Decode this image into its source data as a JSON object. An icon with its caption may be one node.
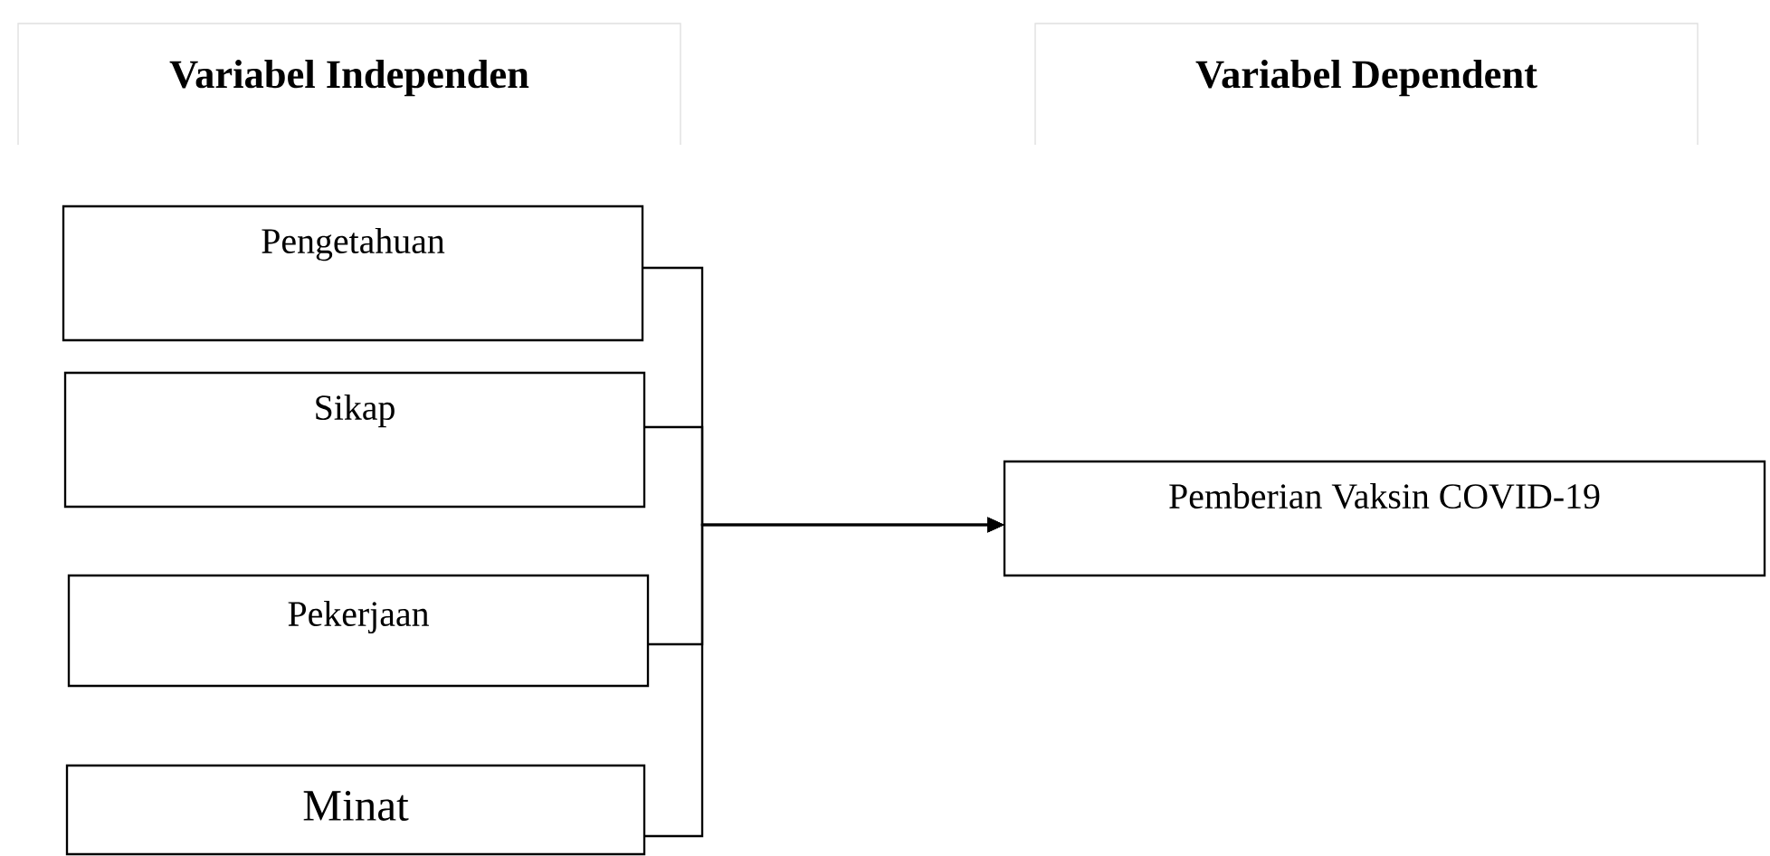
{
  "diagram": {
    "nodes": [
      {
        "text": [
          "Variabel  Independen"
        ]
      },
      {
        "text": [
          "Variabel  Dependent"
        ]
      },
      {
        "text": [
          "Pengetahuan"
        ]
      },
      {
        "text": [
          "Sikap"
        ]
      },
      {
        "text": [
          "Pekerjaan"
        ]
      },
      {
        "text": [
          "Minat"
        ]
      },
      {
        "text": [
          "Pemberian Vaksin COVID-19"
        ]
      }
    ],
    "edges": [
      {
        "from": 2,
        "to": 6,
        "arrow": "to"
      },
      {
        "from": 3,
        "to": 6,
        "arrow": "to"
      },
      {
        "from": 4,
        "to": 6,
        "arrow": "to"
      },
      {
        "from": 5,
        "to": 6,
        "arrow": "to"
      }
    ]
  }
}
